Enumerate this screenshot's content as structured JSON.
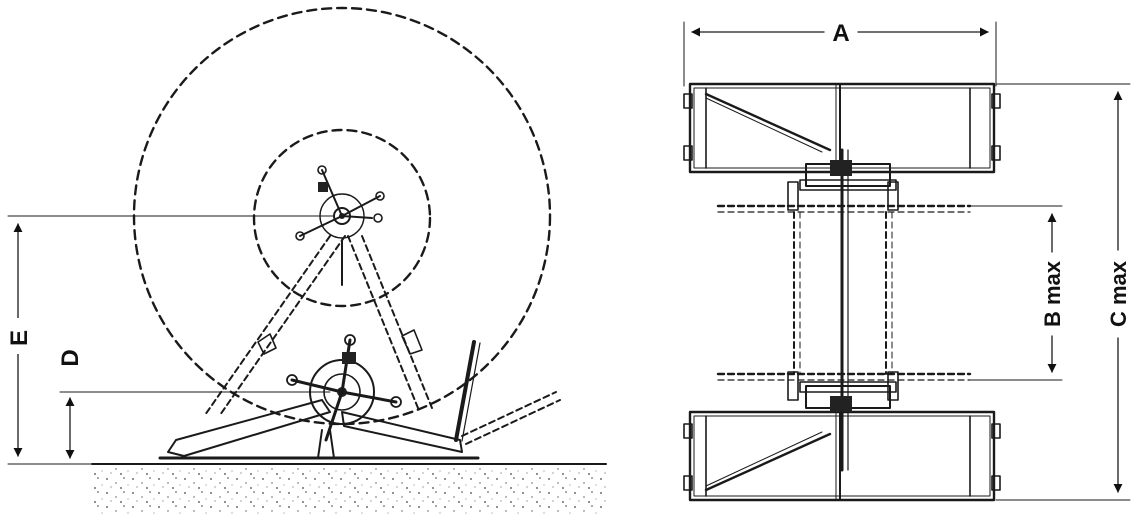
{
  "labels": {
    "A": "A",
    "B": "B max",
    "C": "C max",
    "D": "D",
    "E": "E"
  }
}
